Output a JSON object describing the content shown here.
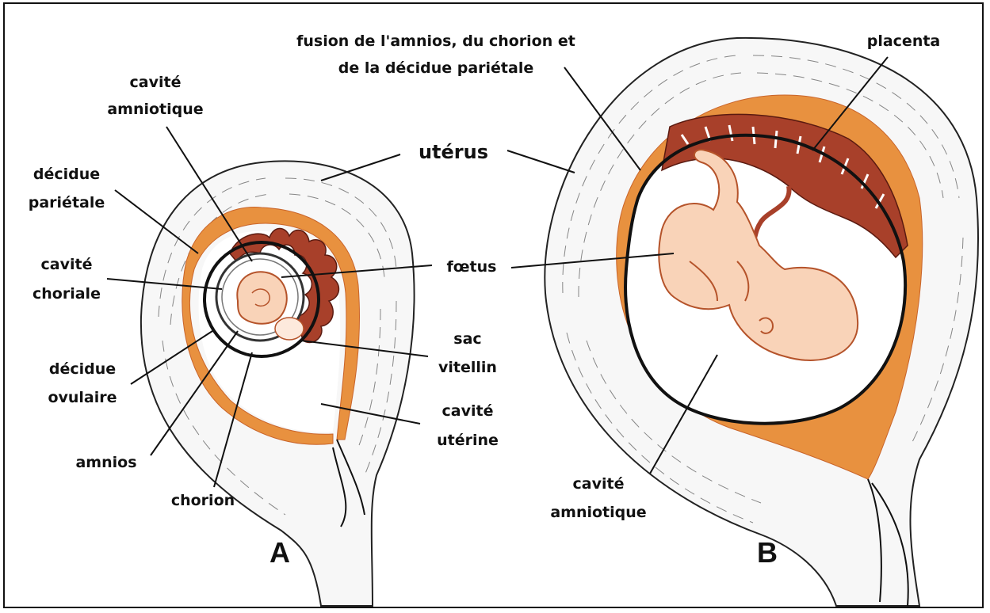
{
  "labels": {
    "fusion_line1": "fusion de l'amnios, du chorion et",
    "fusion_line2": "de la décidue pariétale",
    "placenta": "placenta",
    "cavite_amniotique_a_1": "cavité",
    "cavite_amniotique_a_2": "amniotique",
    "uterus": "utérus",
    "decidue_parietale_1": "décidue",
    "decidue_parietale_2": "pariétale",
    "cavite_choriale_1": "cavité",
    "cavite_choriale_2": "choriale",
    "foetus": "fœtus",
    "sac_vitellin_1": "sac",
    "sac_vitellin_2": "vitellin",
    "decidue_ovulaire_1": "décidue",
    "decidue_ovulaire_2": "ovulaire",
    "cavite_uterine_1": "cavité",
    "cavite_uterine_2": "utérine",
    "amnios": "amnios",
    "chorion": "chorion",
    "cavite_amniotique_b_1": "cavité",
    "cavite_amniotique_b_2": "amniotique",
    "panel_a": "A",
    "panel_b": "B"
  },
  "colors": {
    "decidua": "#e8913f",
    "placenta": "#a8402a",
    "fetus_skin": "#f9d3b8",
    "outline": "#111111"
  }
}
